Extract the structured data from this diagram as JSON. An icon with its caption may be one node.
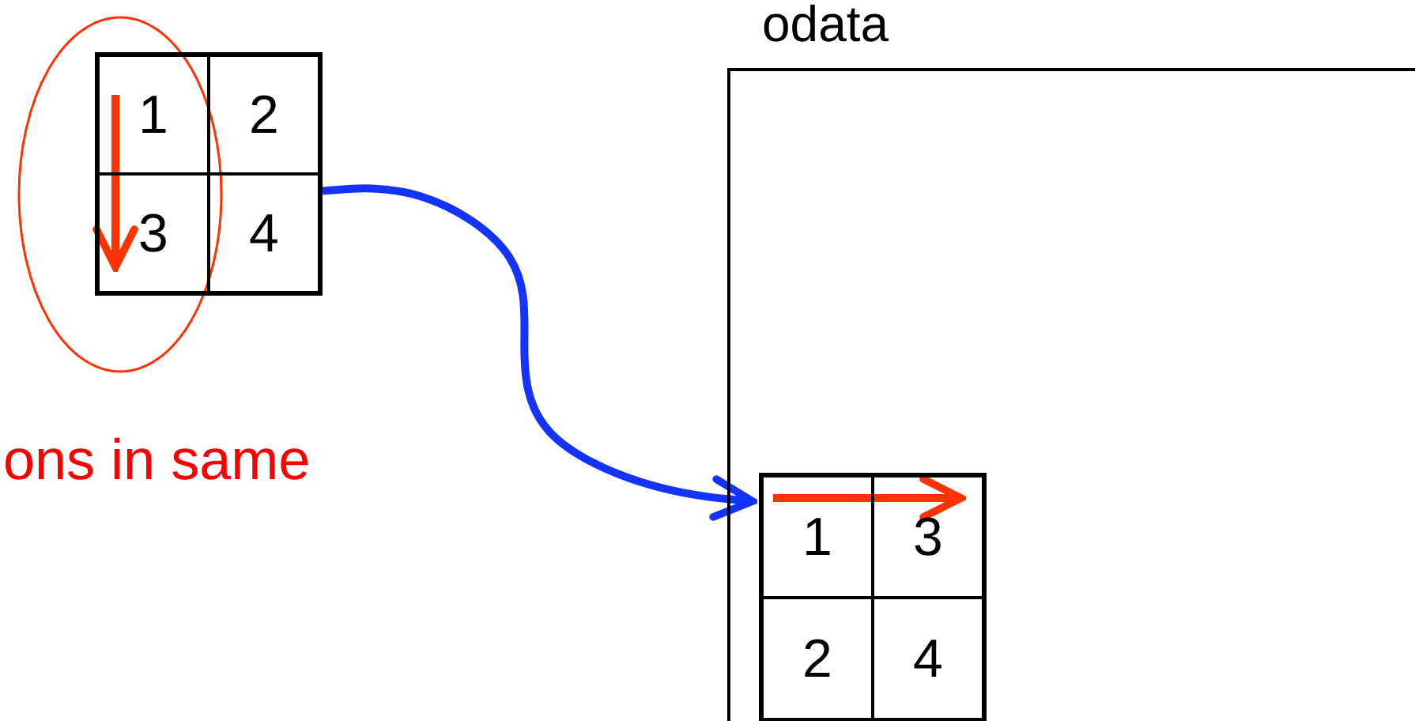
{
  "diagram": {
    "nodes": [
      {
        "text": [],
        "shape": "box"
      },
      {
        "text": [
          "1"
        ],
        "in": 0
      },
      {
        "text": [
          "2"
        ],
        "in": 0
      },
      {
        "text": [
          "3"
        ],
        "in": 0
      },
      {
        "text": [
          "4"
        ],
        "in": 0
      },
      {
        "text": [
          "odata"
        ]
      },
      {
        "text": [],
        "shape": "box",
        "in": 5
      },
      {
        "text": [
          "1"
        ],
        "in": 6
      },
      {
        "text": [
          "3"
        ],
        "in": 6
      },
      {
        "text": [
          "2"
        ],
        "in": 6
      },
      {
        "text": [
          "4"
        ],
        "in": 6
      }
    ],
    "edges": [
      {
        "from": 1,
        "to": 3,
        "arrow": "to"
      },
      {
        "from": 0,
        "to": 6,
        "arrow": "to",
        "color": "#1433ff"
      },
      {
        "from": 7,
        "to": 8,
        "arrow": "to"
      }
    ],
    "labels": [
      "ons in same"
    ]
  }
}
